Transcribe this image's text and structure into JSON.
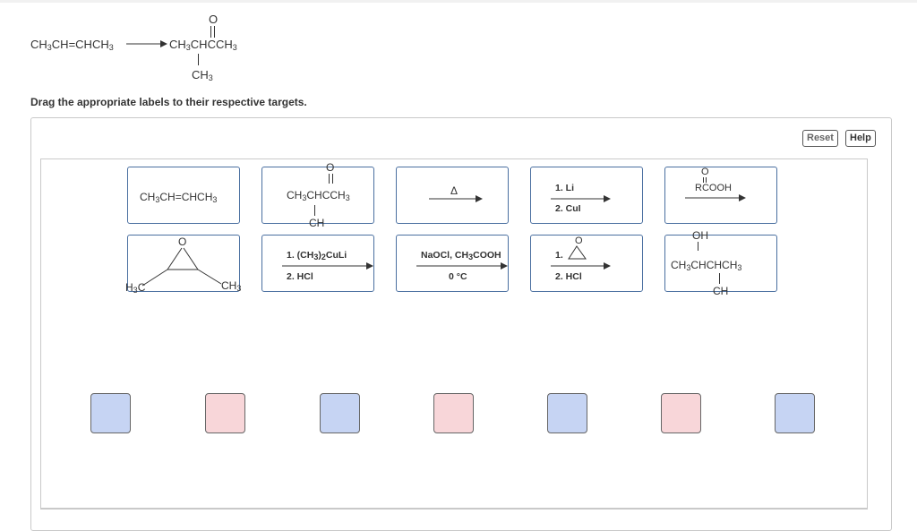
{
  "question": {
    "start_formula": "CH3CH=CHCH3",
    "start_html_parts": [
      "CH",
      "3",
      "CH=CHCH",
      "3"
    ],
    "product_o": "O",
    "product_parts": [
      "CH",
      "3",
      "CHCCH",
      "3"
    ],
    "product_branch_parts": [
      "CH",
      "3"
    ]
  },
  "instruction": "Drag the appropriate labels to their respective targets.",
  "toolbar": {
    "reset_label": "Reset",
    "help_label": "Help"
  },
  "labels": {
    "l1": [
      "CH",
      "3",
      "CH=CHCH",
      "3"
    ],
    "l2": {
      "o": "O",
      "main": [
        "CH",
        "3",
        "CHCCH",
        "3"
      ],
      "branch": "CH"
    },
    "l3": {
      "top": "Δ"
    },
    "l4": {
      "top": "1. Li",
      "bottom": "2. CuI"
    },
    "l5": {
      "top": "O",
      "mid": "RCOOH"
    },
    "l6": {
      "o": "O",
      "left": "H",
      "left_sub": "3",
      "left_c": "C",
      "right": "CH",
      "right_sub": "3"
    },
    "l7": {
      "top_a": "1. (CH",
      "top_b": "3",
      "top_c": ")",
      "top_d": "2",
      "top_e": "CuLi",
      "bottom": "2. HCl"
    },
    "l8": {
      "top_a": "NaOCl, CH",
      "top_b": "3",
      "top_c": "COOH",
      "bottom": "0 °C"
    },
    "l9": {
      "top": "1.",
      "o": "O",
      "bottom": "2. HCl"
    },
    "l10": {
      "oh": "OH",
      "main": [
        "CH",
        "3",
        "CHCHCH",
        "3"
      ],
      "branch": "CH"
    }
  },
  "targets": [
    {
      "color": "#c6d4f3",
      "kind": "blue"
    },
    {
      "color": "#f8d6d9",
      "kind": "pink"
    },
    {
      "color": "#c6d4f3",
      "kind": "blue"
    },
    {
      "color": "#f8d6d9",
      "kind": "pink"
    },
    {
      "color": "#c6d4f3",
      "kind": "blue"
    },
    {
      "color": "#f8d6d9",
      "kind": "pink"
    },
    {
      "color": "#c6d4f3",
      "kind": "blue"
    }
  ]
}
